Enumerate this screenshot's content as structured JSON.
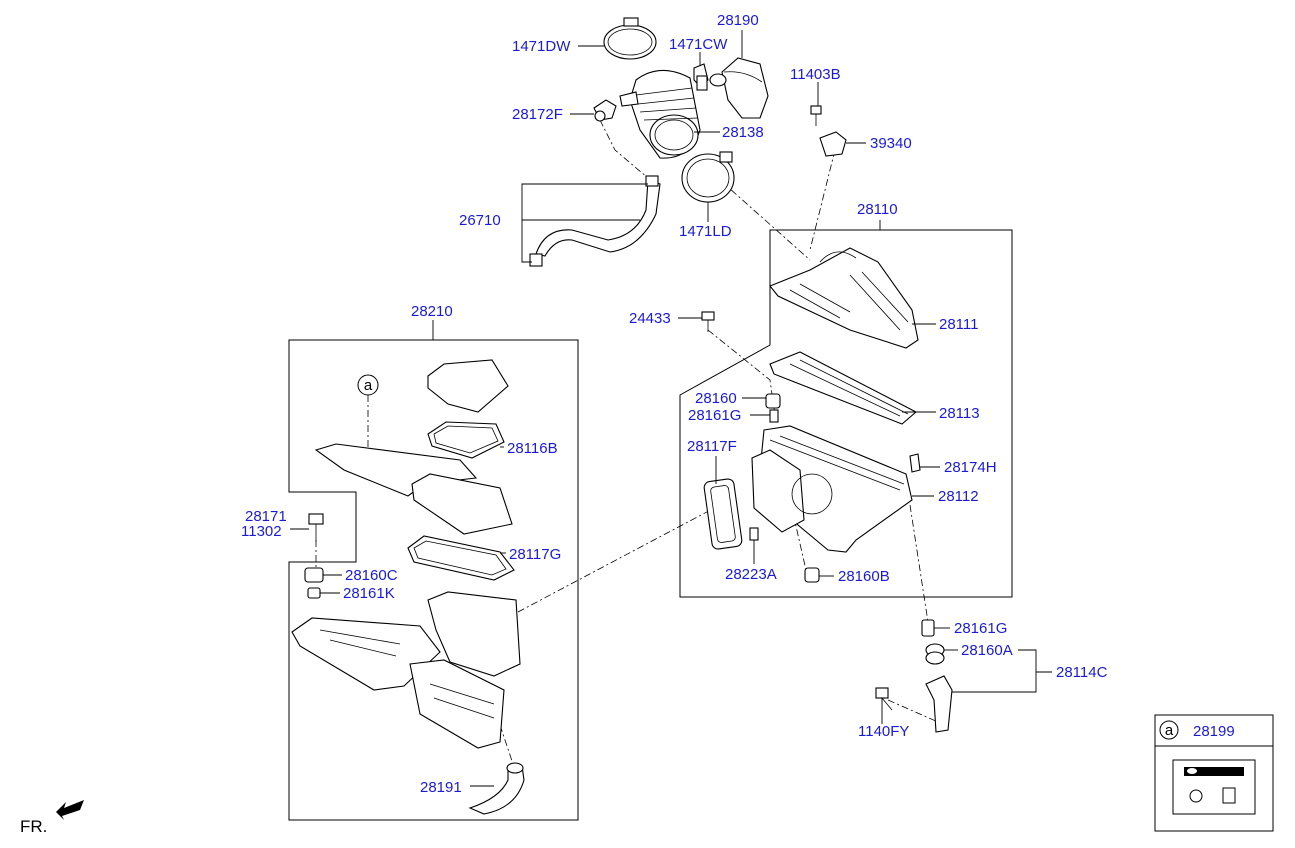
{
  "colors": {
    "label": "#1a1ad8",
    "line": "#000000",
    "background": "#ffffff"
  },
  "orientation": {
    "text": "FR.",
    "icon": "forward-arrow-icon"
  },
  "labels": {
    "p1471DW": "1471DW",
    "p28190": "28190",
    "p1471CW": "1471CW",
    "p11403B": "11403B",
    "p28172F": "28172F",
    "p28138": "28138",
    "p39340": "39340",
    "p28110": "28110",
    "p26710": "26710",
    "p1471LD": "1471LD",
    "p24433": "24433",
    "p28111": "28111",
    "p28210": "28210",
    "p28160": "28160",
    "p28161G_a": "28161G",
    "p28113": "28113",
    "p28116B": "28116B",
    "p28117F": "28117F",
    "p28174H": "28174H",
    "p28112": "28112",
    "p28171": "28171",
    "p11302": "11302",
    "p28117G": "28117G",
    "p28223A": "28223A",
    "p28160B": "28160B",
    "p28160C": "28160C",
    "p28161K": "28161K",
    "p28161G_b": "28161G",
    "p28160A": "28160A",
    "p28114C": "28114C",
    "p1140FY": "1140FY",
    "p28191": "28191",
    "p28199": "28199",
    "refA": "a",
    "legendRefA": "a"
  }
}
